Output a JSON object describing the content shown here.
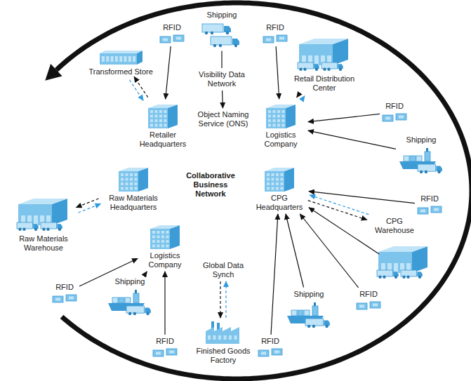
{
  "diagram": {
    "nodes": [
      {
        "text": [
          "Shipping"
        ]
      },
      {
        "text": [
          "RFID"
        ]
      },
      {
        "text": [
          "RFID"
        ]
      },
      {
        "text": [
          "Transformed Store"
        ]
      },
      {
        "text": [
          "Visibility Data Network"
        ]
      },
      {
        "text": [
          "Object Naming Service (ONS)"
        ]
      },
      {
        "text": [
          "Retailer Headquarters"
        ]
      },
      {
        "text": [
          "Logistics Company"
        ]
      },
      {
        "text": [
          "Retail Distribution Center"
        ]
      },
      {
        "text": [
          "RFID"
        ]
      },
      {
        "text": [
          "Shipping"
        ]
      },
      {
        "text": [
          "Raw Materials Headquarters"
        ]
      },
      {
        "text": [
          "CPG Headquarters"
        ]
      },
      {
        "text": [
          "RFID"
        ]
      },
      {
        "text": [
          "CPG Warehouse"
        ]
      },
      {
        "text": [
          "Raw Materials Warehouse"
        ]
      },
      {
        "text": [
          "Logistics Company"
        ]
      },
      {
        "text": [
          "Global Data Synch"
        ]
      },
      {
        "text": [
          "RFID"
        ]
      },
      {
        "text": [
          "Shipping"
        ]
      },
      {
        "text": [
          "RFID"
        ]
      },
      {
        "text": [
          "Shipping"
        ]
      },
      {
        "text": [
          "RFID"
        ]
      },
      {
        "text": [
          "RFID"
        ]
      },
      {
        "text": [
          "Finished Goods Factory"
        ]
      }
    ],
    "edges": [
      {
        "from": 0,
        "to": 4,
        "arrow": "none"
      },
      {
        "from": 4,
        "to": 5,
        "arrow": "to"
      },
      {
        "from": 1,
        "to": 6,
        "arrow": "to"
      },
      {
        "from": 2,
        "to": 7,
        "arrow": "to"
      },
      {
        "from": 6,
        "to": 3,
        "arrow": "to"
      },
      {
        "from": 3,
        "to": 6,
        "arrow": "to"
      },
      {
        "from": 7,
        "to": 8,
        "arrow": "to"
      },
      {
        "from": 8,
        "to": 7,
        "arrow": "to"
      },
      {
        "from": 9,
        "to": 7,
        "arrow": "to"
      },
      {
        "from": 10,
        "to": 7,
        "arrow": "to"
      },
      {
        "from": 11,
        "to": 15,
        "arrow": "to"
      },
      {
        "from": 15,
        "to": 11,
        "arrow": "to"
      },
      {
        "from": 13,
        "to": 12,
        "arrow": "to"
      },
      {
        "from": 12,
        "to": 14,
        "arrow": "to"
      },
      {
        "from": 14,
        "to": 12,
        "arrow": "to"
      },
      {
        "from": 20,
        "to": 12,
        "arrow": "to"
      },
      {
        "from": 21,
        "to": 12,
        "arrow": "to"
      },
      {
        "from": 23,
        "to": 12,
        "arrow": "to"
      },
      {
        "from": 18,
        "to": 16,
        "arrow": "to"
      },
      {
        "from": 19,
        "to": 16,
        "arrow": "to"
      },
      {
        "from": 22,
        "to": 16,
        "arrow": "to"
      },
      {
        "from": 17,
        "to": 24,
        "arrow": "to"
      },
      {
        "from": 24,
        "to": 17,
        "arrow": "to"
      }
    ],
    "labels": [
      "Collaborative Business Network"
    ]
  }
}
